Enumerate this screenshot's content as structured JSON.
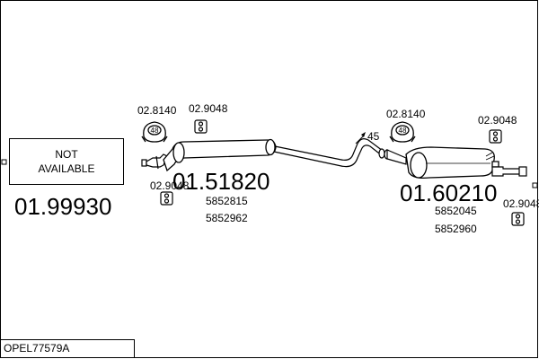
{
  "diagram": {
    "not_available": {
      "line1": "NOT",
      "line2": "AVAILABLE"
    },
    "front_part_number": "01.99930",
    "middle_part_number": "01.51820",
    "middle_refs": [
      "5852815",
      "5852962"
    ],
    "rear_part_number": "01.60210",
    "rear_refs": [
      "5852045",
      "5852960"
    ],
    "clamp_label": "45",
    "hanger_ring": {
      "code": "02.8140",
      "badge": "48"
    },
    "rubber_mount": {
      "code": "02.9048"
    },
    "footer_label": "OPEL77579A"
  }
}
